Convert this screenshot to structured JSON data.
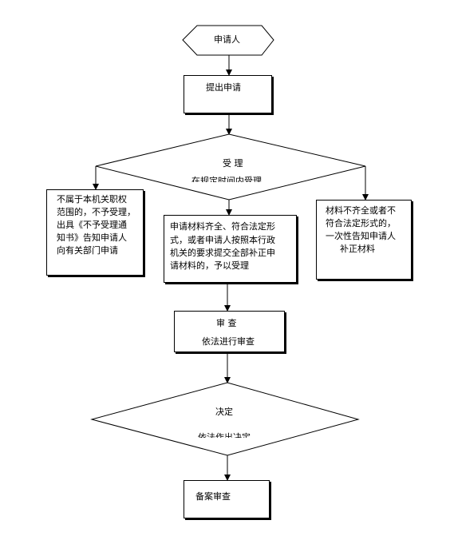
{
  "start": {
    "label": "申请人"
  },
  "apply": {
    "label": "提出申请"
  },
  "accept_decision": {
    "title": "受  理",
    "subtitle": "在规定时间内受理"
  },
  "reject_box": {
    "lines": [
      "不属于本机关职权",
      "范围的，不予受理，",
      "出具《不予受理通",
      "知书》告知申请人",
      "向有关部门申请"
    ]
  },
  "accept_box": {
    "lines": [
      "申请材料齐全、符合法定形",
      "式，或者申请人按照本行政",
      "机关的要求提交全部补正申",
      "请材料的，予以受理"
    ]
  },
  "supplement_box": {
    "lines": [
      "材料不齐全或者不",
      "符合法定形式的，",
      "一次性告知申请人",
      "补正材料"
    ]
  },
  "review": {
    "title": "审  查",
    "subtitle": "依法进行审查"
  },
  "decide": {
    "title": "决定",
    "subtitle": "依法作出决定"
  },
  "archive": {
    "label": "备案审查"
  }
}
